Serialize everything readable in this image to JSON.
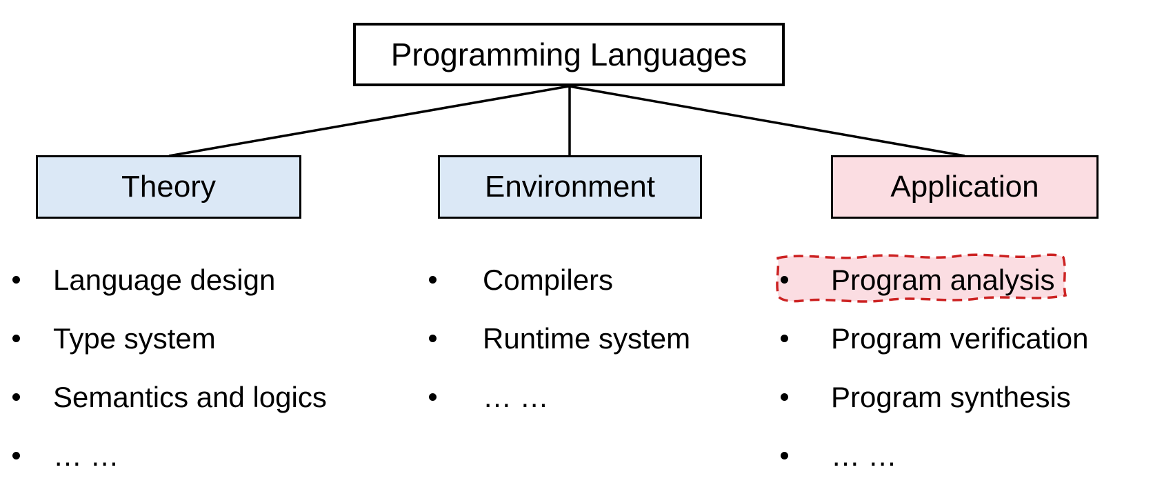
{
  "diagram": {
    "root": {
      "label": "Programming Languages"
    },
    "branches": [
      {
        "label": "Theory",
        "fill": "#dbe8f6",
        "items": [
          "Language design",
          "Type system",
          "Semantics and logics",
          "… …"
        ]
      },
      {
        "label": "Environment",
        "fill": "#dbe8f6",
        "items": [
          "Compilers",
          "Runtime system",
          "… …"
        ]
      },
      {
        "label": "Application",
        "fill": "#fbdde2",
        "items": [
          "Program analysis",
          "Program verification",
          "Program synthesis",
          "… …"
        ],
        "highlighted_item": "Program analysis"
      }
    ],
    "colors": {
      "branch_fill_blue": "#dbe8f6",
      "branch_fill_pink": "#fbdde2",
      "highlight_fill": "#fbdde2",
      "highlight_border": "#cc2222",
      "line": "#000000",
      "text": "#000000",
      "background": "#ffffff"
    }
  }
}
